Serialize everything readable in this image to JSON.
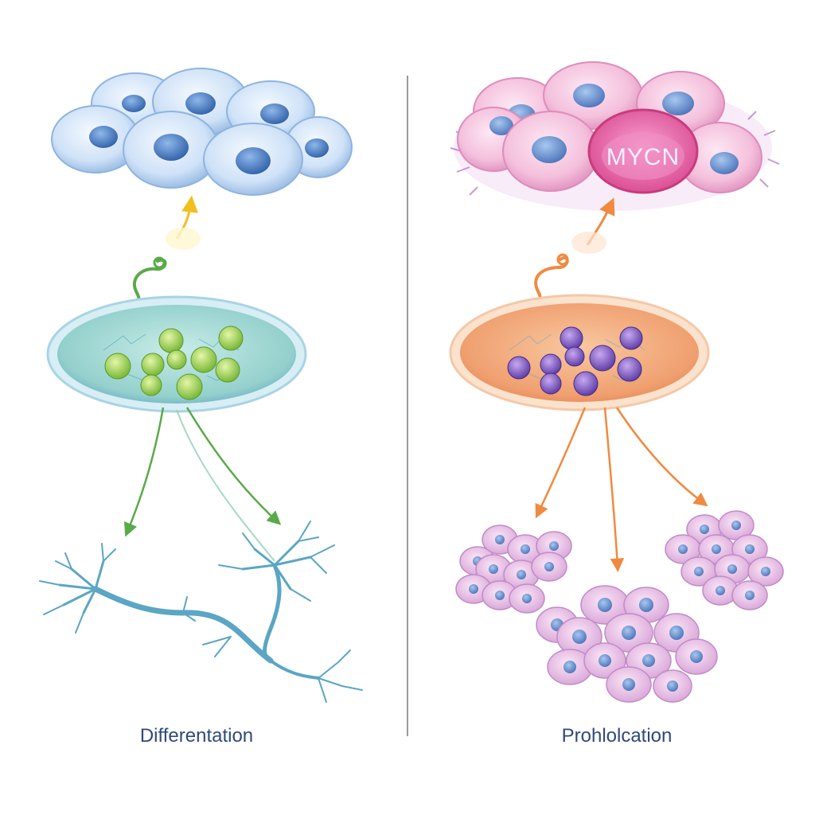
{
  "left_panel": {
    "caption": "Differentation",
    "accent_color": "#4a9a4a",
    "cell_color": "#a8c8ee",
    "dish_color": "#8ecfcf",
    "arrow_color": "#5aaa4a",
    "neuron_color": "#5aa6c4"
  },
  "right_panel": {
    "caption": "Prohlolcation",
    "highlight_label": "MYCN",
    "accent_color": "#f08a40",
    "cell_color": "#f2b8d8",
    "dish_color": "#f0a070",
    "arrow_color": "#f08a40",
    "highlight_color": "#e060a8"
  },
  "divider_color": "#9a9a9a"
}
